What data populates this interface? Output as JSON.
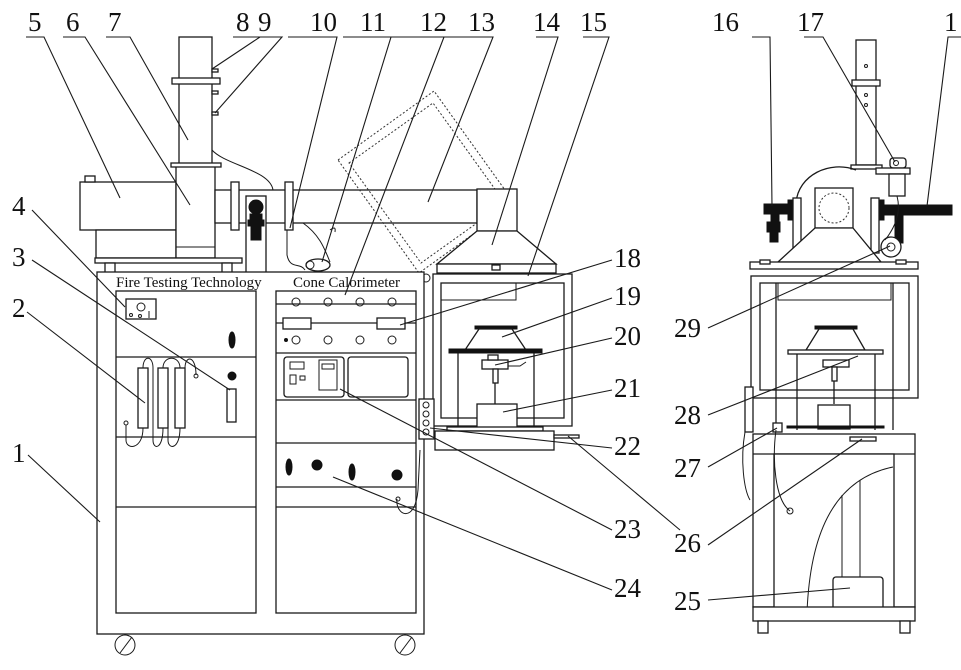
{
  "figure": {
    "title": "Cone Calorimeter apparatus - front and side views",
    "panel_labels": {
      "left_cabinet": "Fire Testing Technology",
      "right_cabinet": "Cone Calorimeter"
    }
  },
  "callouts": [
    {
      "id": 1,
      "label": "1"
    },
    {
      "id": 2,
      "label": "2"
    },
    {
      "id": 3,
      "label": "3"
    },
    {
      "id": 4,
      "label": "4"
    },
    {
      "id": 5,
      "label": "5"
    },
    {
      "id": 6,
      "label": "6"
    },
    {
      "id": 7,
      "label": "7"
    },
    {
      "id": 8,
      "label": "8"
    },
    {
      "id": 9,
      "label": "9"
    },
    {
      "id": 10,
      "label": "10"
    },
    {
      "id": 11,
      "label": "11"
    },
    {
      "id": 12,
      "label": "12"
    },
    {
      "id": 13,
      "label": "13"
    },
    {
      "id": 14,
      "label": "14"
    },
    {
      "id": 15,
      "label": "15"
    },
    {
      "id": 16,
      "label": "16"
    },
    {
      "id": 17,
      "label": "17"
    },
    {
      "id": 18,
      "label": "18"
    },
    {
      "id": 19,
      "label": "19"
    },
    {
      "id": 20,
      "label": "20"
    },
    {
      "id": 21,
      "label": "21"
    },
    {
      "id": 22,
      "label": "22"
    },
    {
      "id": 23,
      "label": "23"
    },
    {
      "id": 24,
      "label": "24"
    },
    {
      "id": 25,
      "label": "25"
    },
    {
      "id": 26,
      "label": "26"
    },
    {
      "id": 27,
      "label": "27"
    },
    {
      "id": 28,
      "label": "28"
    },
    {
      "id": 29,
      "label": "29"
    },
    {
      "id": 30,
      "label": "1"
    }
  ]
}
